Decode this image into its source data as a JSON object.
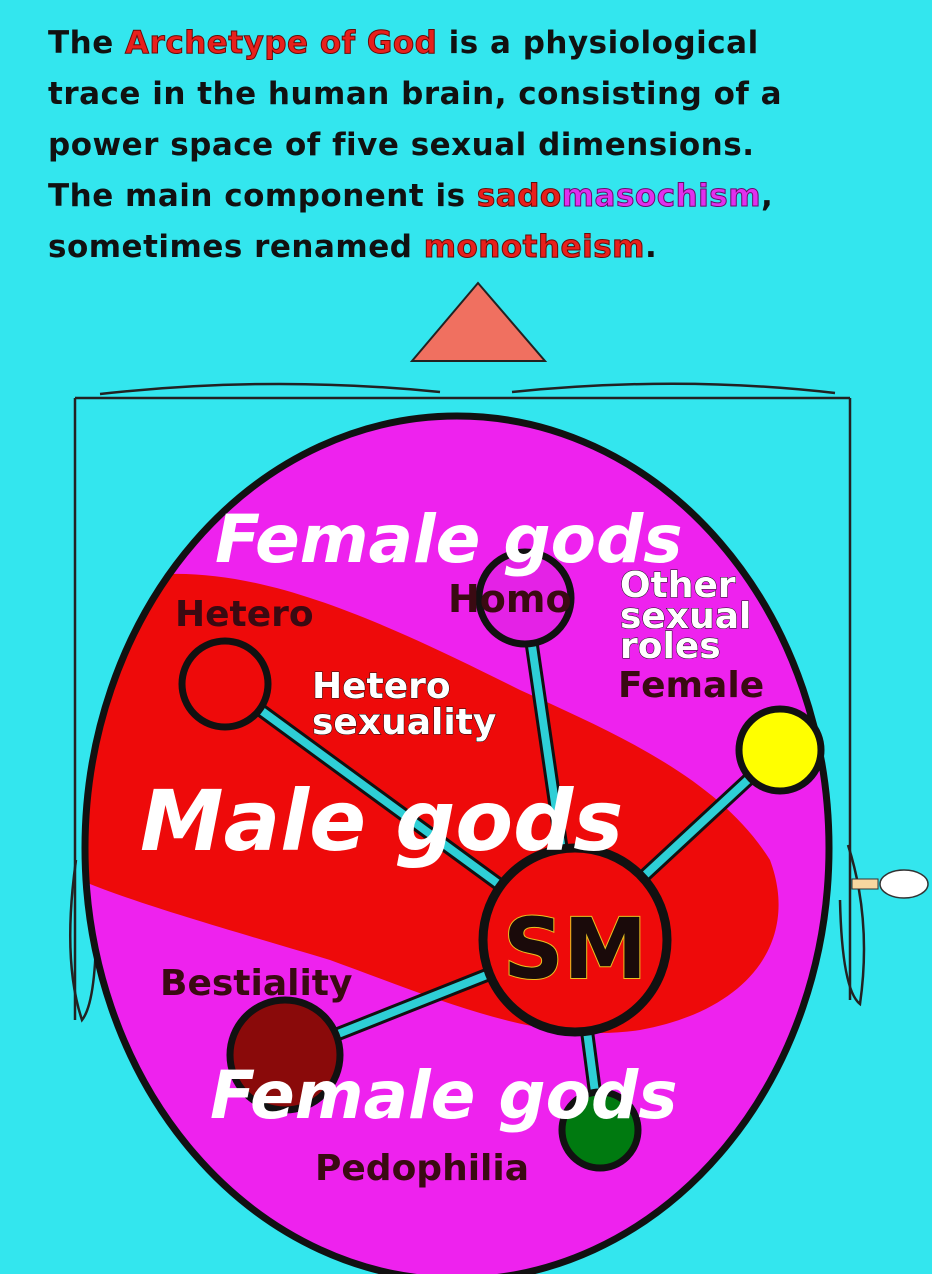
{
  "heading": {
    "line1_pre": "The ",
    "line1_hl": "Archetype of God",
    "line1_post": " is a physiological",
    "line2": "trace in the human brain, consisting of a",
    "line3": "power space of  five sexual dimensions.",
    "line4_pre": "The main component is ",
    "line4_hl_a": "sado",
    "line4_hl_b": "masochism",
    "line4_post": ",",
    "line5_pre": "sometimes renamed ",
    "line5_hl": "monotheism",
    "line5_post": "."
  },
  "diagram": {
    "female_gods_top": "Female gods",
    "female_gods_bottom": "Female gods",
    "male_gods": "Male gods",
    "center": "SM",
    "hetero": "Hetero",
    "hetero_sexuality_1": "Hetero",
    "hetero_sexuality_2": "sexuality",
    "homo": "Homo",
    "other_1": "Other",
    "other_2": "sexual",
    "other_3": "roles",
    "female": "Female",
    "bestiality": "Bestiality",
    "pedophilia": "Pedophilia"
  },
  "colors": {
    "background": "#33e6ee",
    "magenta_region": "#ee22ee",
    "red_region": "#ee0a0a",
    "triangle": "#f07060",
    "node_yellow": "#ffff00",
    "node_green": "#007a10",
    "node_darkred": "#8a0a0a",
    "connector": "#2ecfd6"
  }
}
